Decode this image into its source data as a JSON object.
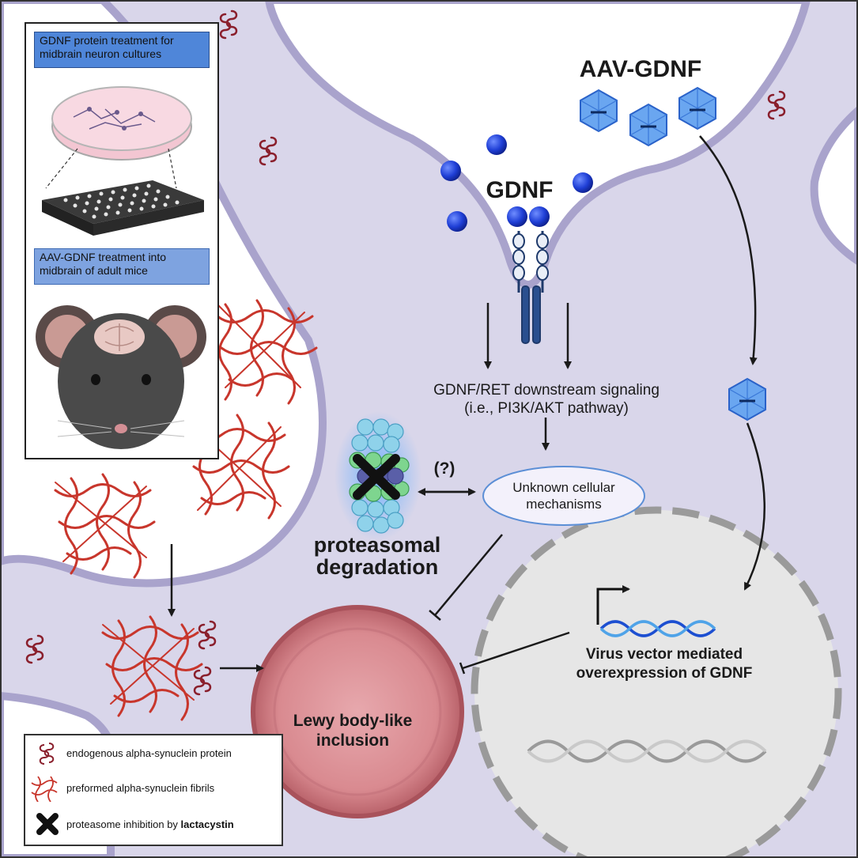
{
  "inset": {
    "top_box_label": "GDNF protein treatment for midbrain neuron cultures",
    "bottom_box_label": "AAV-GDNF treatment into midbrain of adult mice"
  },
  "labels": {
    "aav_gdnf": "AAV-GDNF",
    "gdnf": "GDNF",
    "signaling_line1": "GDNF/RET downstream signaling",
    "signaling_line2": "(i.e., PI3K/AKT pathway)",
    "question": "(?)",
    "unknown_line1": "Unknown cellular",
    "unknown_line2": "mechanisms",
    "proteasomal_line1": "proteasomal",
    "proteasomal_line2": "degradation",
    "lewy_line1": "Lewy body-like",
    "lewy_line2": "inclusion",
    "virus_line1": "Virus vector mediated",
    "virus_line2": "overexpression of GDNF"
  },
  "legend": {
    "item1": "endogenous alpha-synuclein protein",
    "item2": "preformed alpha-synuclein fibrils",
    "item3_prefix": "proteasome inhibition by ",
    "item3_bold": "lactacystin"
  },
  "colors": {
    "cytoplasm": "#d9d6ea",
    "membrane": "#a9a3cc",
    "gdnf_blue": "#1f3fd6",
    "fibril_red": "#c8362c",
    "lewy_pink": "#d98a90",
    "nucleus_gray": "#e6e6e6",
    "label_box_blue": "#4f86d9"
  }
}
